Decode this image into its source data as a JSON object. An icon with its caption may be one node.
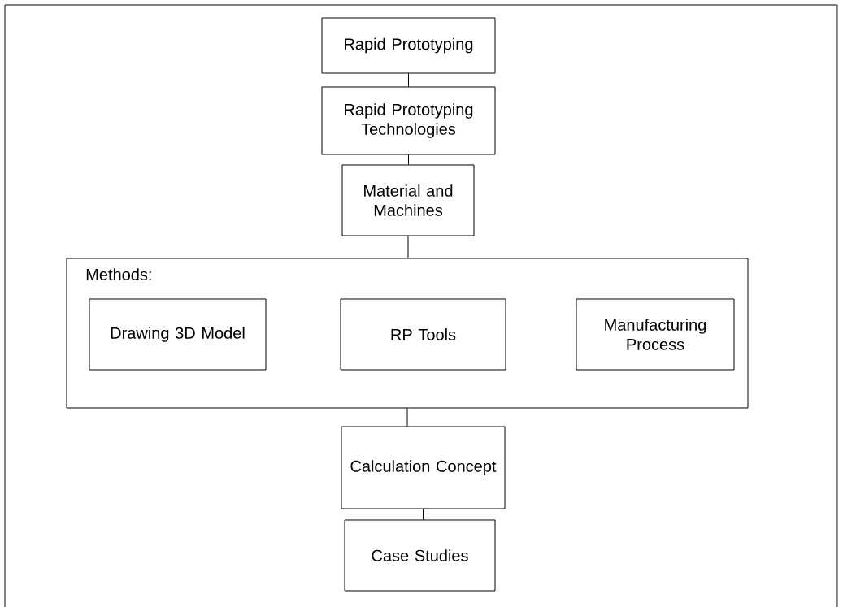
{
  "diagram": {
    "nodes": [
      {
        "text": [
          "Rapid Prototyping"
        ]
      },
      {
        "text": [
          "Rapid Prototyping Technologies"
        ]
      },
      {
        "text": [
          "Material and Machines"
        ]
      },
      {
        "text": [
          "Methods:"
        ]
      },
      {
        "text": [
          "Drawing 3D Model"
        ],
        "in": 3
      },
      {
        "text": [
          "RP Tools"
        ],
        "in": 3
      },
      {
        "text": [
          "Manufacturing Process"
        ],
        "in": 3
      },
      {
        "text": [
          "Calculation Concept"
        ]
      },
      {
        "text": [
          "Case Studies"
        ]
      }
    ],
    "edges": [
      {
        "from": 0,
        "to": 1,
        "arrow": "none"
      },
      {
        "from": 1,
        "to": 2,
        "arrow": "none"
      },
      {
        "from": 2,
        "to": 3,
        "arrow": "none"
      },
      {
        "from": 3,
        "to": 7,
        "arrow": "none"
      },
      {
        "from": 7,
        "to": 8,
        "arrow": "none"
      }
    ]
  }
}
